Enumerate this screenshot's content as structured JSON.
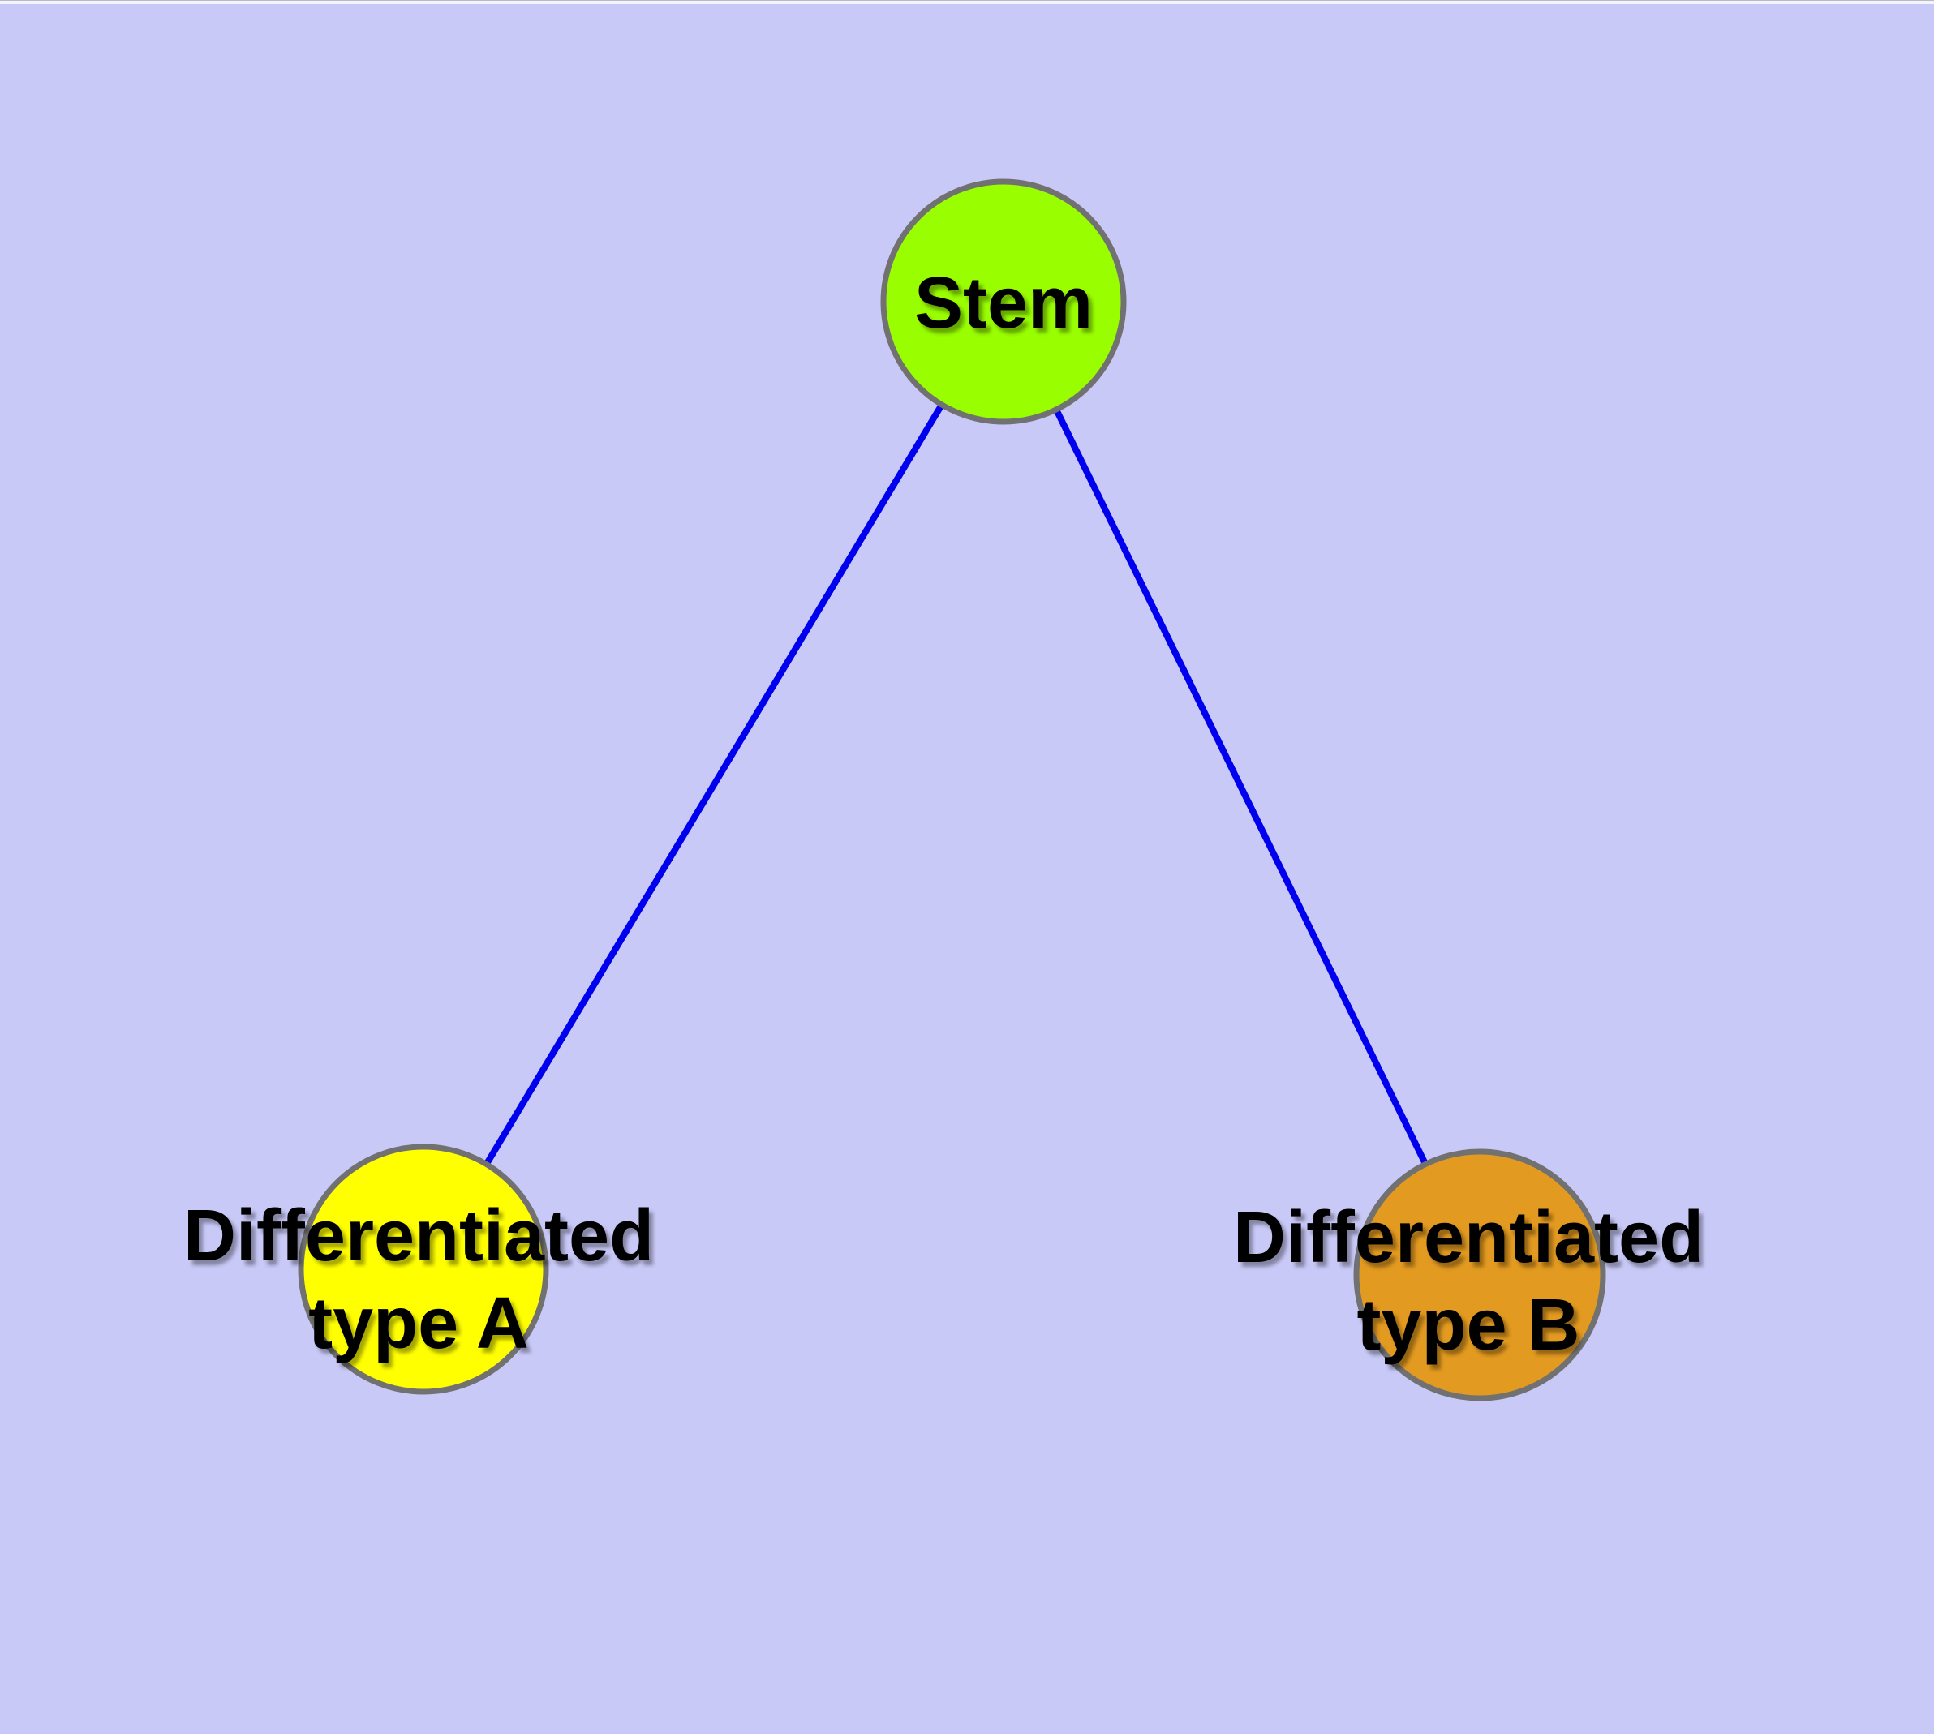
{
  "diagram": {
    "type": "node-link-graph",
    "background_color": "#c9c9f8",
    "top_edge_band_color": "#f4f4fb",
    "node_border_color": "#717171",
    "edge_color": "#0000ee",
    "text_color": "#000000",
    "nodes": {
      "stem": {
        "label": "Stem",
        "fill": "#99fe00"
      },
      "type_a": {
        "label_line1": "Differentiated",
        "label_line2": "type A",
        "fill": "#ffff00"
      },
      "type_b": {
        "label_line1": "Differentiated",
        "label_line2": "type B",
        "fill": "#e39a20"
      }
    },
    "edges": [
      {
        "from": "stem",
        "to": "type_a"
      },
      {
        "from": "stem",
        "to": "type_b"
      }
    ]
  }
}
